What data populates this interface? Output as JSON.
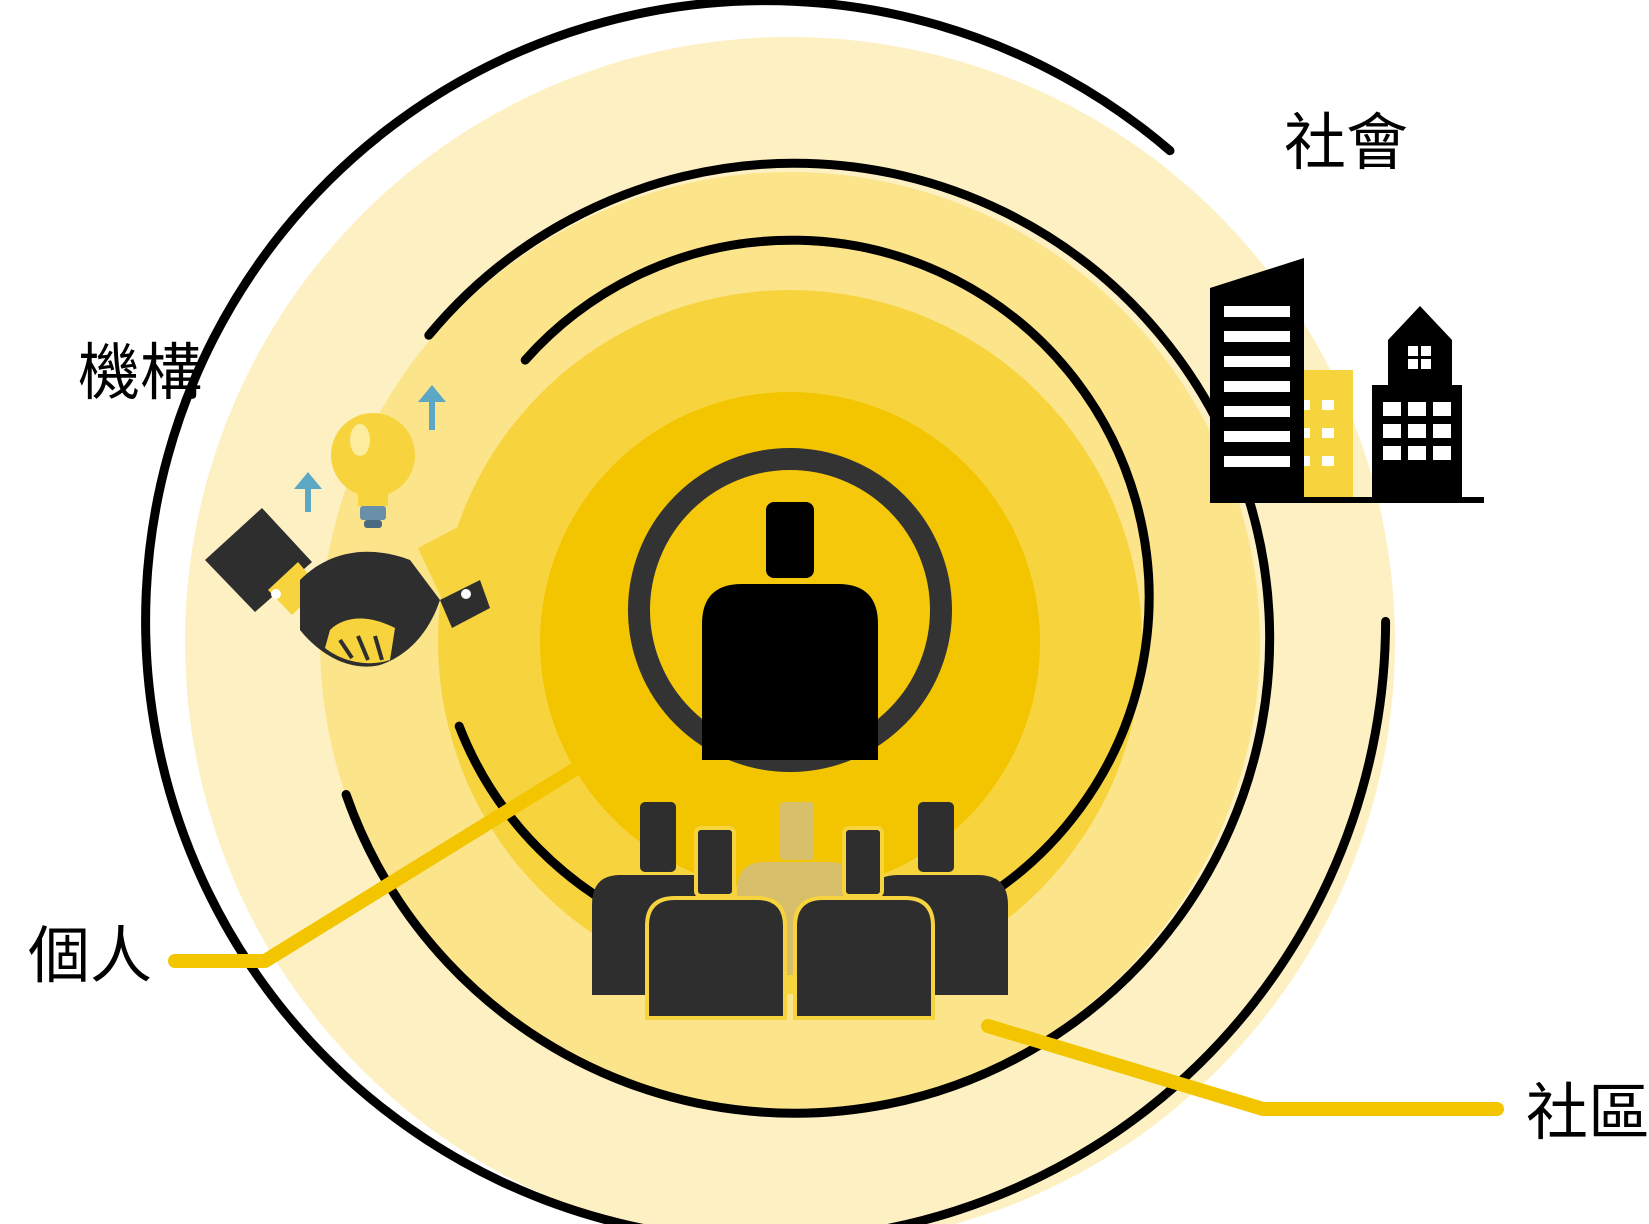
{
  "labels": {
    "society": "社會",
    "institution": "機構",
    "individual": "個人",
    "community": "社區"
  },
  "colors": {
    "outer_fill": "#FDF1C4",
    "ring2_fill": "#FBE48A",
    "ring3_fill": "#F7D43D",
    "core_fill": "#F2C500",
    "ring_stroke": "#000000",
    "figure_dark": "#2E2E2E",
    "figure_ghost": "#D6BE6A",
    "leader_line": "#F2C500",
    "bulb": "#F7D43D",
    "arrow": "#5BA7C4",
    "building_yellow": "#F7D43D"
  },
  "icons": [
    "person-icon",
    "group-icon",
    "handshake-icon",
    "lightbulb-icon",
    "up-arrow-icon",
    "office-building-icon",
    "house-icon"
  ]
}
